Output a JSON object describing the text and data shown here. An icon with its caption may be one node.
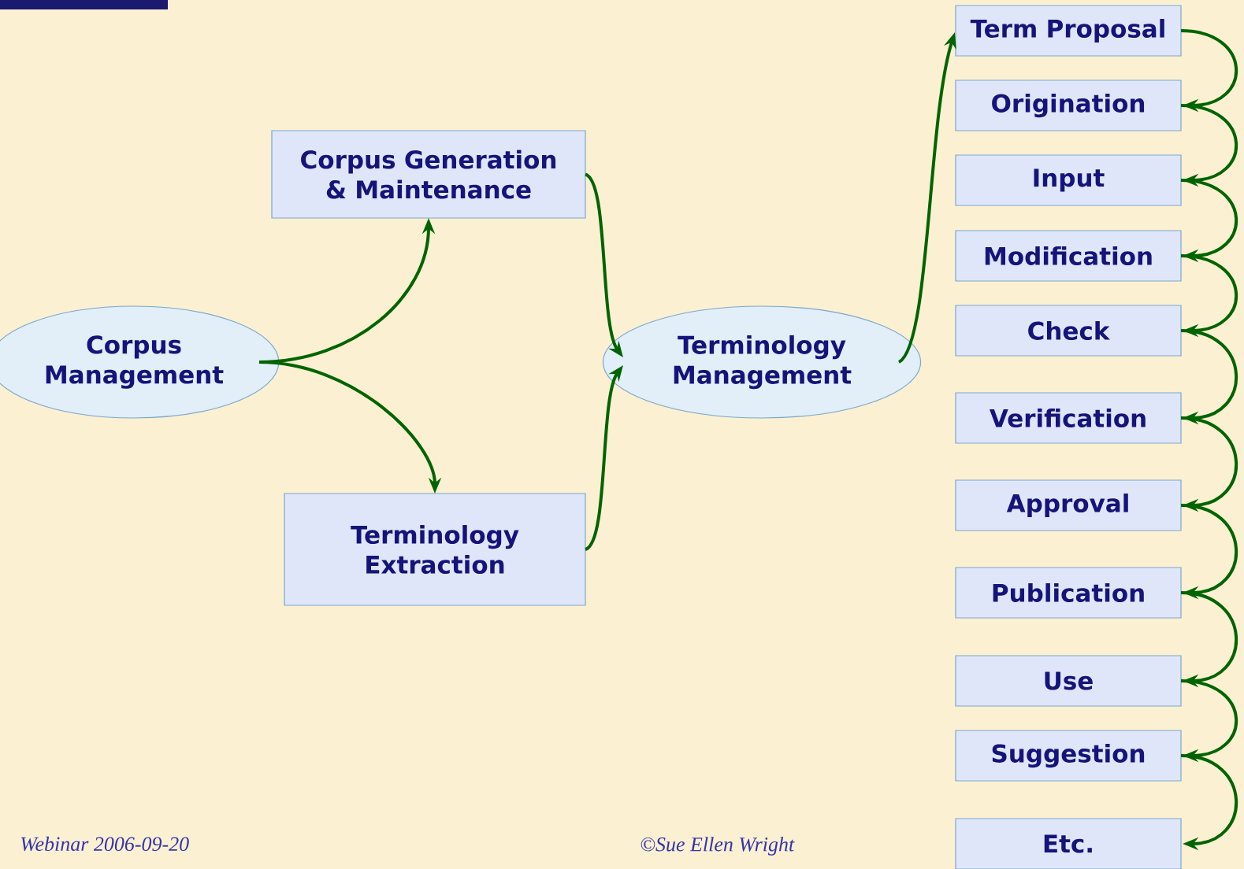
{
  "diagram": {
    "nodes": [
      {
        "text": [
          "Corpus Management"
        ]
      },
      {
        "text": [
          "Corpus Generation & Maintenance"
        ]
      },
      {
        "text": [
          "Terminology Extraction"
        ]
      },
      {
        "text": [
          "Terminology Management"
        ]
      },
      {
        "text": [
          "Term Proposal"
        ]
      },
      {
        "text": [
          "Origination"
        ]
      },
      {
        "text": [
          "Input"
        ]
      },
      {
        "text": [
          "Modification"
        ]
      },
      {
        "text": [
          "Check"
        ]
      },
      {
        "text": [
          "Verification"
        ]
      },
      {
        "text": [
          "Approval"
        ]
      },
      {
        "text": [
          "Publication"
        ]
      },
      {
        "text": [
          "Use"
        ]
      },
      {
        "text": [
          "Suggestion"
        ]
      },
      {
        "text": [
          "Etc."
        ]
      }
    ],
    "edges": [
      {
        "from": 0,
        "to": 1,
        "arrow": "to"
      },
      {
        "from": 0,
        "to": 2,
        "arrow": "to"
      },
      {
        "from": 1,
        "to": 3,
        "arrow": "to"
      },
      {
        "from": 2,
        "to": 3,
        "arrow": "to"
      },
      {
        "from": 3,
        "to": 4,
        "arrow": "to"
      },
      {
        "from": 4,
        "to": 5,
        "arrow": "to"
      },
      {
        "from": 5,
        "to": 6,
        "arrow": "to"
      },
      {
        "from": 6,
        "to": 7,
        "arrow": "to"
      },
      {
        "from": 7,
        "to": 8,
        "arrow": "to"
      },
      {
        "from": 8,
        "to": 9,
        "arrow": "to"
      },
      {
        "from": 9,
        "to": 10,
        "arrow": "to"
      },
      {
        "from": 10,
        "to": 11,
        "arrow": "to"
      },
      {
        "from": 11,
        "to": 12,
        "arrow": "to"
      },
      {
        "from": 12,
        "to": 13,
        "arrow": "to"
      },
      {
        "from": 13,
        "to": 14,
        "arrow": "to"
      }
    ],
    "labels": [
      "Webinar 2006-09-20",
      "©Sue Ellen Wright"
    ]
  }
}
